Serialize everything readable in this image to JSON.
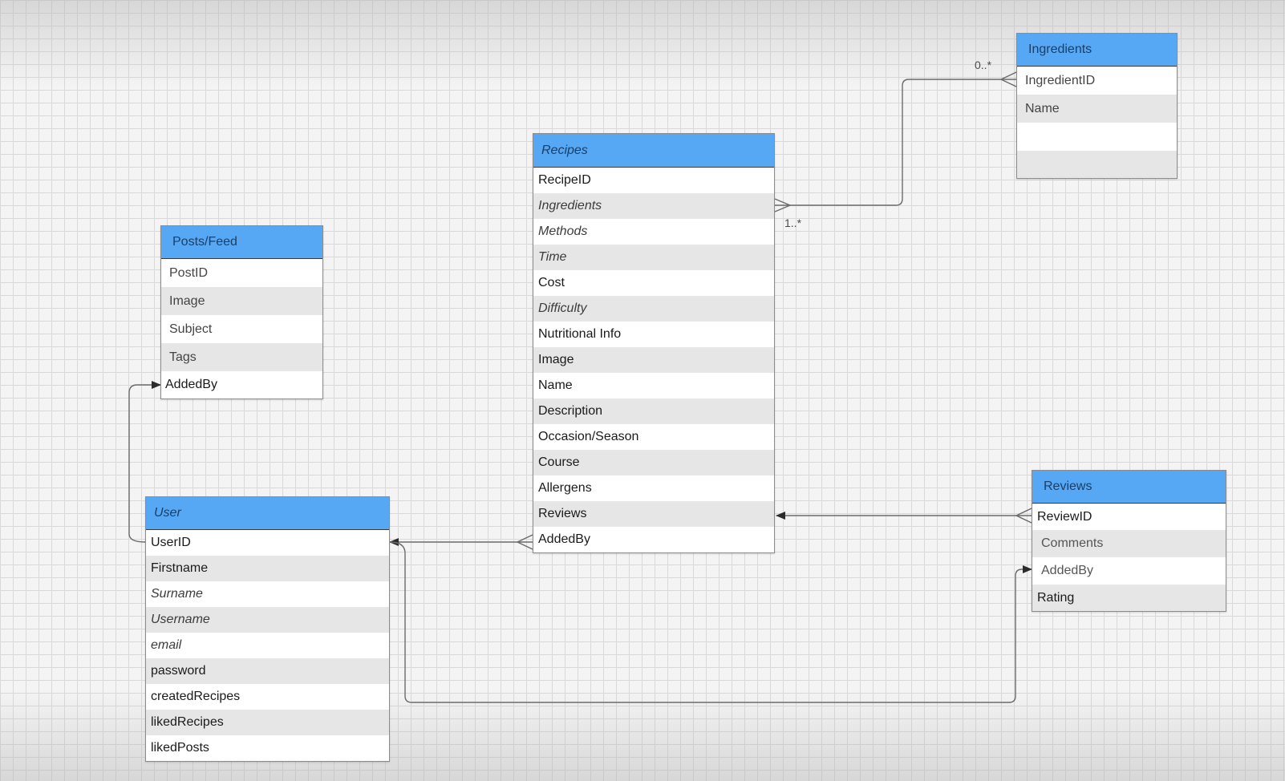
{
  "diagram": {
    "entities": {
      "ingredients": {
        "title": "Ingredients",
        "fields": [
          "IngredientID",
          "Name",
          "",
          ""
        ]
      },
      "recipes": {
        "title": "Recipes",
        "fields": [
          "RecipeID",
          "Ingredients",
          "Methods",
          "Time",
          "Cost",
          "Difficulty",
          "Nutritional Info",
          "Image",
          "Name",
          "Description",
          "Occasion/Season",
          "Course",
          "Allergens",
          "Reviews",
          "AddedBy"
        ],
        "italic_fields": [
          "Ingredients",
          "Methods",
          "Time",
          "Difficulty"
        ]
      },
      "posts": {
        "title": "Posts/Feed",
        "fields": [
          "PostID",
          "Image",
          "Subject",
          "Tags",
          "AddedBy"
        ]
      },
      "user": {
        "title": "User",
        "fields": [
          "UserID",
          "Firstname",
          "Surname",
          "Username",
          "email",
          "password",
          "createdRecipes",
          "likedRecipes",
          "likedPosts"
        ],
        "italic_fields": [
          "Surname",
          "Username",
          "email"
        ]
      },
      "reviews": {
        "title": "Reviews",
        "fields": [
          "ReviewID",
          "Comments",
          "AddedBy",
          "Rating"
        ]
      }
    },
    "multiplicities": {
      "ingredients_end": "0..*",
      "recipes_end": "1..*"
    },
    "colors": {
      "header": "#56a8f5",
      "line": "#6b6b6b"
    }
  }
}
